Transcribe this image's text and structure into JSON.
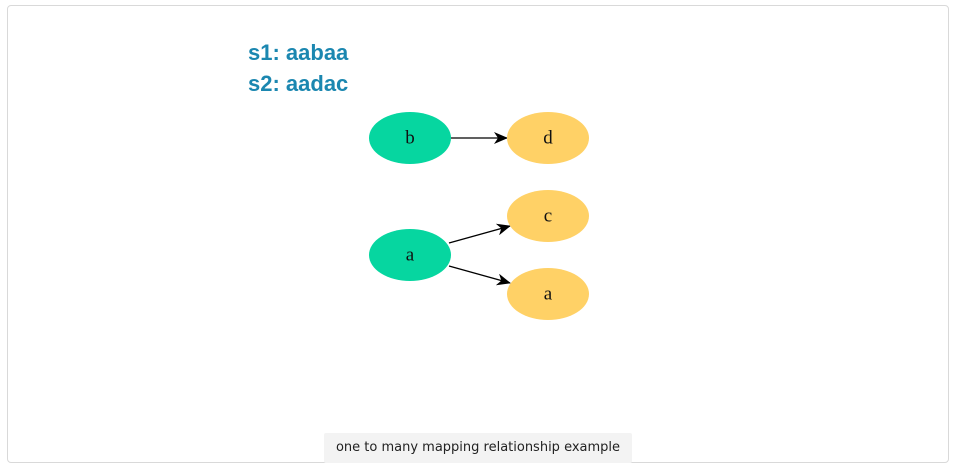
{
  "heading": {
    "s1": "s1: aabaa",
    "s2": "s2: aadac"
  },
  "colors": {
    "heading": "#1b87b0",
    "source_node": "#06d6a0",
    "target_node": "#ffd166",
    "edge": "#000000"
  },
  "diagram": {
    "nodes": [
      {
        "id": "src-b",
        "label": "b",
        "role": "source"
      },
      {
        "id": "tgt-d",
        "label": "d",
        "role": "target"
      },
      {
        "id": "src-a",
        "label": "a",
        "role": "source"
      },
      {
        "id": "tgt-c",
        "label": "c",
        "role": "target"
      },
      {
        "id": "tgt-a",
        "label": "a",
        "role": "target"
      }
    ],
    "edges": [
      {
        "from": "src-b",
        "to": "tgt-d"
      },
      {
        "from": "src-a",
        "to": "tgt-c"
      },
      {
        "from": "src-a",
        "to": "tgt-a"
      }
    ]
  },
  "caption": "one to many mapping relationship example"
}
